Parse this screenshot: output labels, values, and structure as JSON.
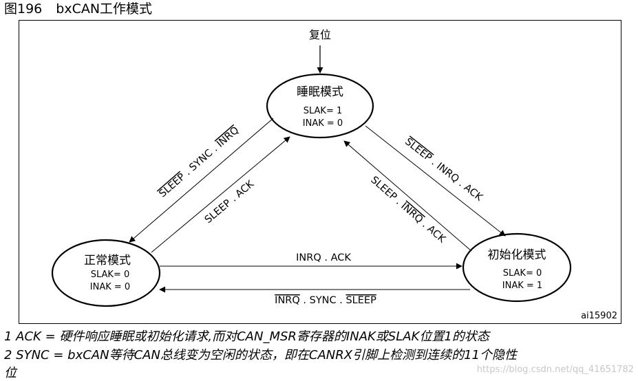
{
  "figure": {
    "number": "图196",
    "title": "bxCAN工作模式",
    "id": "ai15902"
  },
  "diagram": {
    "entry_label": "复位",
    "states": {
      "sleep": {
        "title": "睡眠模式",
        "slak": "SLAK= 1",
        "inak": "INAK = 0"
      },
      "normal": {
        "title": "正常模式",
        "slak": "SLAK= 0",
        "inak": "INAK = 0"
      },
      "init": {
        "title": "初始化模式",
        "slak": "SLAK= 0",
        "inak": "INAK = 1"
      }
    },
    "transitions": {
      "sleep_to_normal": {
        "parts": [
          "SLEEP",
          " . SYNC . ",
          "INRQ"
        ]
      },
      "normal_to_sleep": {
        "parts": [
          "SLEEP . ACK"
        ]
      },
      "sleep_to_init": {
        "parts": [
          "SLEEP",
          " . INRQ . ACK"
        ]
      },
      "init_to_sleep": {
        "parts": [
          "SLEEP . ",
          "INRQ",
          " . ACK"
        ]
      },
      "normal_to_init": {
        "parts": [
          "INRQ . ACK"
        ]
      },
      "init_to_normal": {
        "parts": [
          "INRQ",
          " . SYNC . ",
          "SLEEP"
        ]
      }
    }
  },
  "notes": {
    "note1": "1  ACK = 硬件响应睡眠或初始化请求,而对CAN_MSR寄存器的INAK或SLAK位置1的状态",
    "note2": "2  SYNC = bxCAN等待CAN总线变为空闲的状态，即在CANRX引脚上检测到连续的11个隐性",
    "note2_tail": "位"
  },
  "watermark": "https://blog.csdn.net/qq_41651782"
}
